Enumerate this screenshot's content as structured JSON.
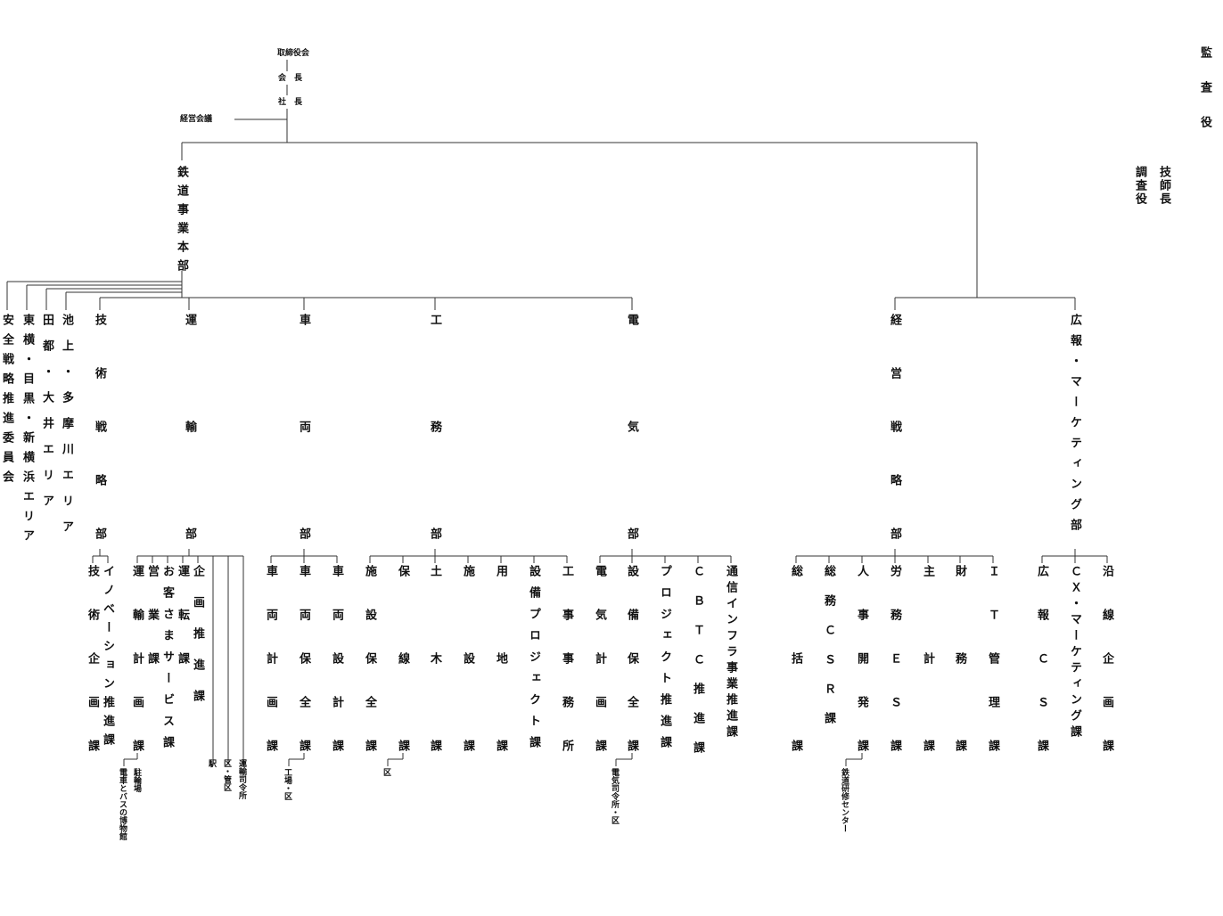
{
  "top": {
    "board": "取締役会",
    "chairman": "会　長",
    "president": "社　長",
    "management_meeting": "経営会議"
  },
  "right": {
    "auditor": "監査役",
    "engineer_chief": "技師長",
    "investigator": "調査役"
  },
  "railway_hq": "鉄道事業本部",
  "committees": [
    "安全戦略推進委員会",
    "東横・目黒・新横浜エリア",
    "田都・大井エリア",
    "池上・多摩川エリア"
  ],
  "departments": [
    {
      "name": "技術戦略部",
      "sections": [
        "技術企画課",
        "イノベーション推進課"
      ]
    },
    {
      "name": "運輸部",
      "sections": [
        "運輸計画課",
        "営業課",
        "お客さまサービス課",
        "運転課",
        "企画推進課"
      ],
      "subs": [
        "駐輪場",
        "電車とバスの博物館",
        "駅",
        "区・管区",
        "運輸司令所"
      ]
    },
    {
      "name": "車両部",
      "sections": [
        "車両計画課",
        "車両保全課",
        "車両設計課"
      ],
      "subs": [
        "工場・区"
      ]
    },
    {
      "name": "工務部",
      "sections": [
        "施設保全課",
        "保線課",
        "土木課",
        "施設課",
        "用地課",
        "設備プロジェクト課",
        "工事事務所"
      ],
      "subs": [
        "区"
      ]
    },
    {
      "name": "電気部",
      "sections": [
        "電気計画課",
        "設備保全課",
        "プロジェクト推進課",
        "ＣＢＴＣ推進課",
        "通信インフラ事業推進課"
      ],
      "subs": [
        "電気司令所・区"
      ]
    },
    {
      "name": "経営戦略部",
      "sections": [
        "総括課",
        "総務ＣＳＲ課",
        "人事開発課",
        "労務ＥＳ課",
        "主計課",
        "財務課",
        "ＩＴ管理課"
      ],
      "subs": [
        "鉄道研修センター"
      ]
    },
    {
      "name": "広報・マーケティング部",
      "sections": [
        "広報ＣＳ課",
        "ＣＸ・マーケティング課",
        "沿線企画課"
      ]
    }
  ]
}
